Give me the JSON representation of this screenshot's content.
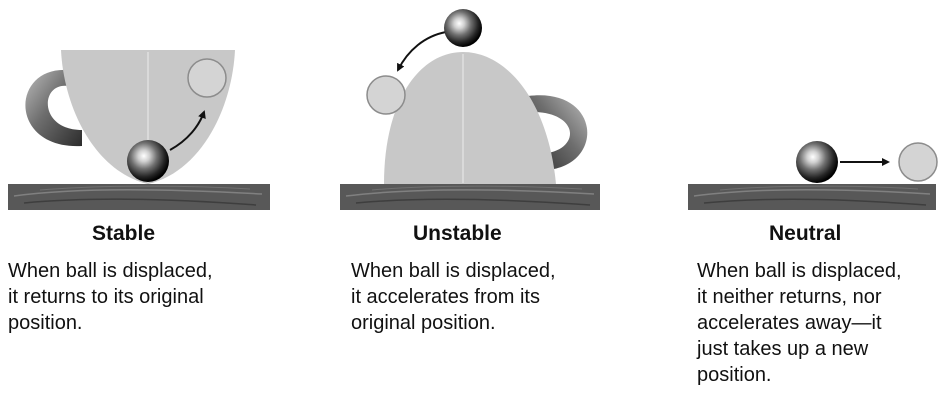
{
  "panels": [
    {
      "title": "Stable",
      "lines": [
        "When ball is displaced,",
        "it returns to its original",
        "position."
      ]
    },
    {
      "title": "Unstable",
      "lines": [
        "When ball is displaced,",
        "it accelerates from its",
        "original position."
      ]
    },
    {
      "title": "Neutral",
      "lines": [
        "When ball is displaced,",
        "it neither returns, nor",
        "accelerates away—it",
        "just takes up a new",
        "position."
      ]
    }
  ],
  "colors": {
    "ground": "#585858",
    "cup": "#c8c8c8",
    "ghost_ball": "#d4d4d4"
  }
}
